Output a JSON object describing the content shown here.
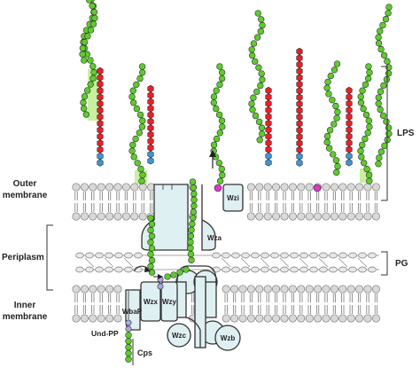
{
  "labels": {
    "outer_membrane_1": "Outer",
    "outer_membrane_2": "membrane",
    "periplasm": "Periplasm",
    "inner_membrane_1": "Inner",
    "inner_membrane_2": "membrane",
    "und_pp": "Und-PP",
    "cps": "Cps",
    "lps": "LPS",
    "pg": "PG"
  },
  "proteins": {
    "wbap": "WbaP",
    "wzx": "Wzx",
    "wzy": "Wzy",
    "wza": "Wza",
    "wzi": "Wzi",
    "wzc": "Wzc",
    "wzb": "Wzb"
  },
  "colors": {
    "polysaccharide_green": "#5ecb2e",
    "core_red": "#e8202a",
    "lipid_a_blue": "#3f95d4",
    "kdo_magenta": "#d63cc8",
    "protein_fill": "#dff0f2",
    "highlight_green": "#c8f0a0",
    "und_purple": "#a9a8d8",
    "lipid_head_gray": "#d9d9d9"
  }
}
